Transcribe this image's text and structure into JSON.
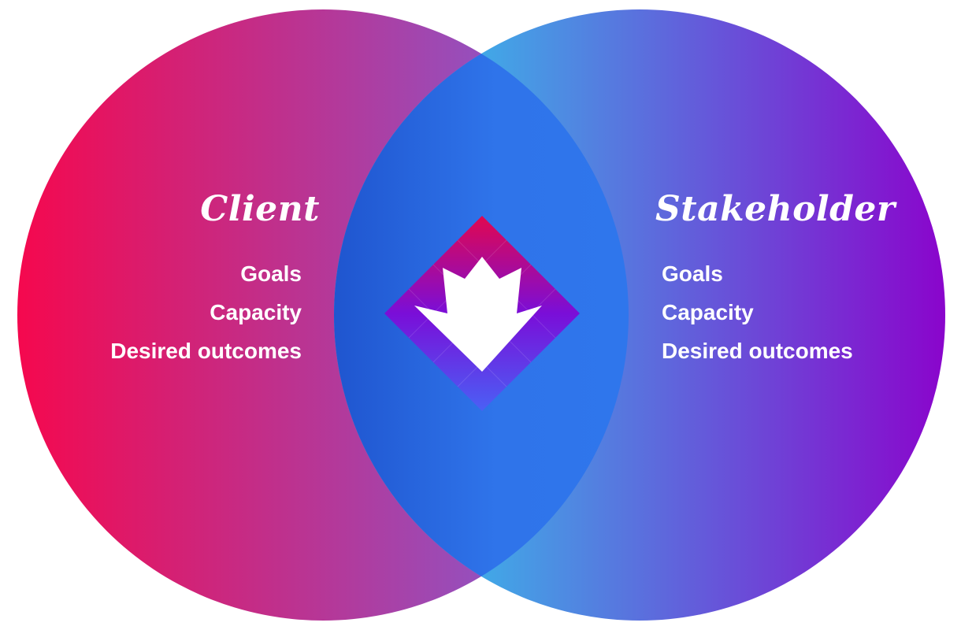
{
  "diagram": {
    "left_circle": {
      "title": "Client",
      "items": [
        "Goals",
        "Capacity",
        "Desired outcomes"
      ],
      "gradient": [
        "#f5084e",
        "#7766e0"
      ]
    },
    "right_circle": {
      "title": "Stakeholder",
      "items": [
        "Goals",
        "Capacity",
        "Desired outcomes"
      ],
      "gradient": [
        "#2adcef",
        "#8a05cc"
      ]
    },
    "overlap": {
      "gradient": [
        "#1f55cf",
        "#2f76ec"
      ],
      "icon": "maple-leaf-diamond-icon"
    },
    "colors": {
      "text": "#ffffff",
      "icon_top": "#e1074f",
      "icon_bottom": "#4a60f5"
    }
  }
}
